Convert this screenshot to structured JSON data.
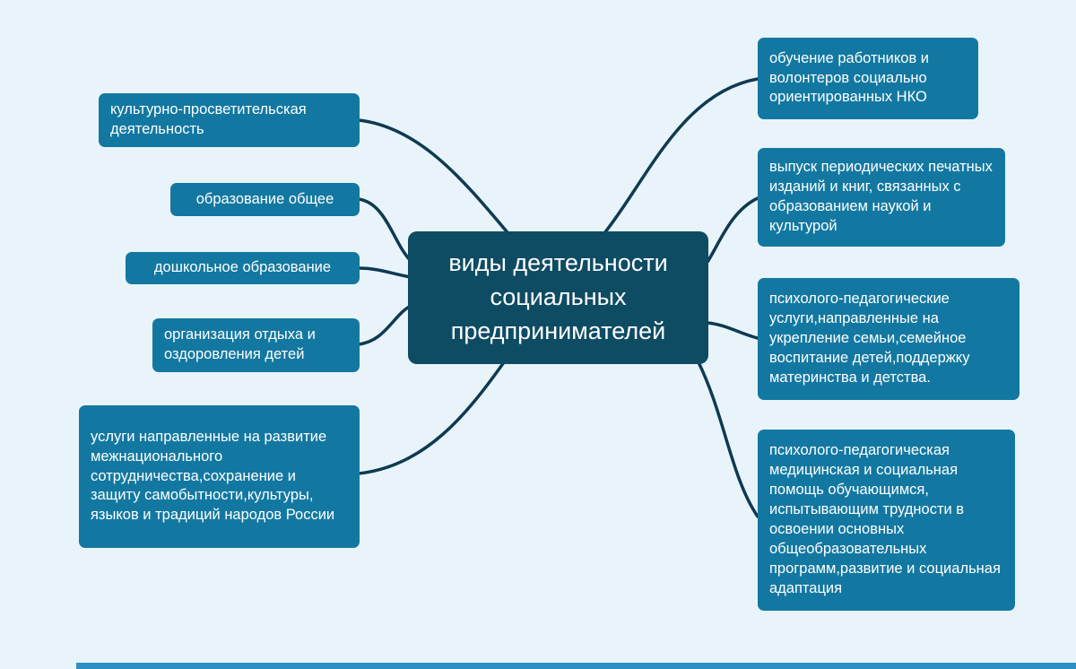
{
  "diagram": {
    "title": "виды деятельности социальных предпринимателей",
    "colors": {
      "background": "#e9f4fa",
      "center_fill": "#0e4c63",
      "node_fill": "#1378a1",
      "connector": "#0e3a52",
      "text": "#ffffff",
      "bottom_bar": "#2b90c3"
    },
    "center": {
      "label": "виды деятельности социальных предпринимателей"
    },
    "left_nodes": [
      {
        "label": "культурно-просветительская деятельность"
      },
      {
        "label": "образование общее"
      },
      {
        "label": "дошкольное образование"
      },
      {
        "label": "организация отдыха и оздоровления детей"
      },
      {
        "label": "услуги направленные на развитие межнационального сотрудничества,сохранение и защиту самобытности,культуры, языков и традиций народов России"
      }
    ],
    "right_nodes": [
      {
        "label": "обучение работников и волонтеров социально ориентированных НКО"
      },
      {
        "label": "выпуск периодических печатных изданий и книг, связанных с образованием наукой и культурой"
      },
      {
        "label": "психолого-педагогические услуги,направленные на укрепление семьи,семейное воспитание детей,поддержку материнства и детства."
      },
      {
        "label": "психолого-педагогическая медицинская и социальная помощь обучающимся, испытывающим трудности в освоении основных общеобразовательных программ,развитие и социальная адаптация"
      }
    ]
  }
}
